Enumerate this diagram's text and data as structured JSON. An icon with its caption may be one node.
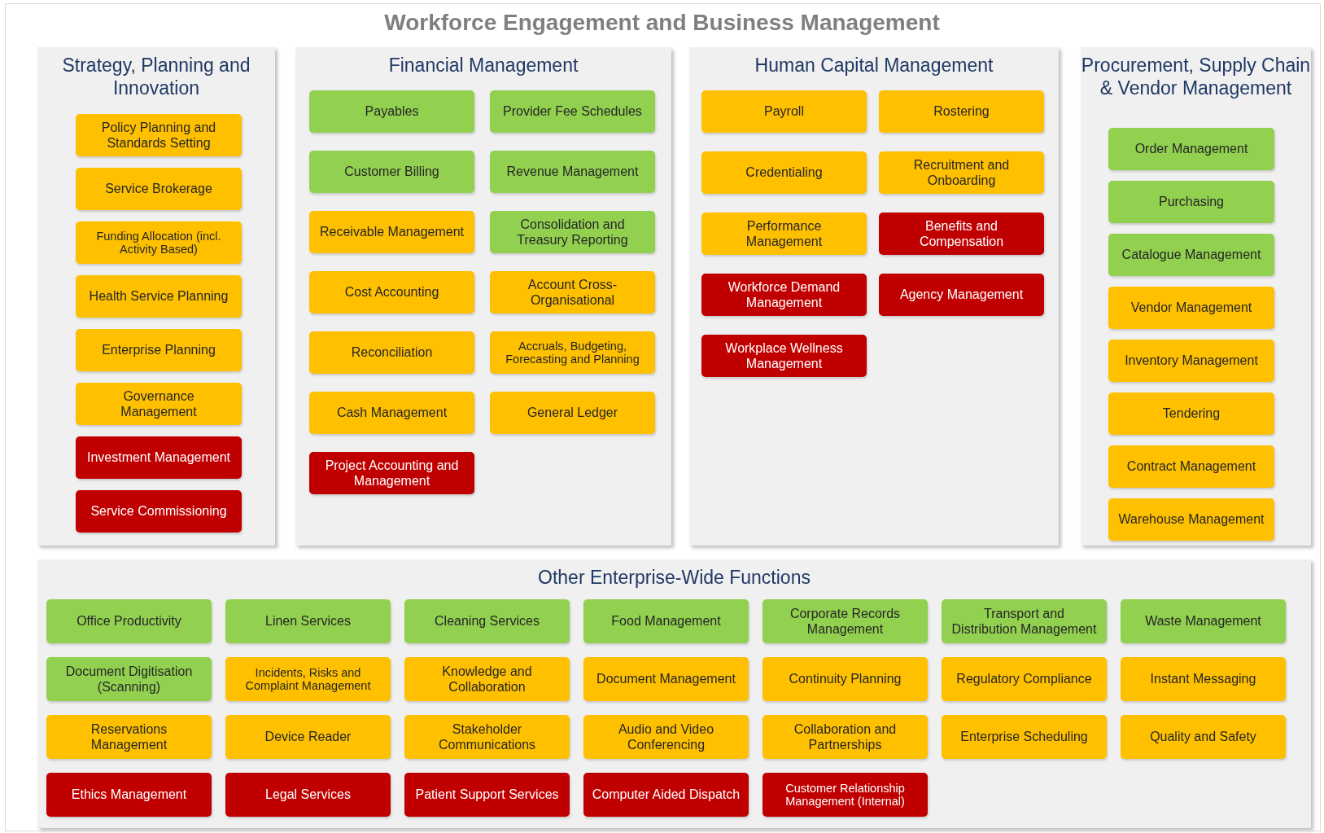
{
  "diagram": {
    "title": "Workforce Engagement and Business Management",
    "nodes": [
      {
        "text": [
          "Strategy, Planning and Innovation"
        ]
      },
      {
        "text": [
          "Policy Planning and Standards Setting"
        ],
        "in": 0
      },
      {
        "text": [
          "Service Brokerage"
        ],
        "in": 0
      },
      {
        "text": [
          "Funding Allocation (incl. Activity Based)"
        ],
        "in": 0
      },
      {
        "text": [
          "Health Service Planning"
        ],
        "in": 0
      },
      {
        "text": [
          "Enterprise Planning"
        ],
        "in": 0
      },
      {
        "text": [
          "Governance Management"
        ],
        "in": 0
      },
      {
        "text": [
          "Investment Management"
        ],
        "in": 0
      },
      {
        "text": [
          "Service Commissioning"
        ],
        "in": 0
      },
      {
        "text": [
          "Financial Management"
        ]
      },
      {
        "text": [
          "Payables"
        ],
        "in": 9
      },
      {
        "text": [
          "Provider Fee Schedules"
        ],
        "in": 9
      },
      {
        "text": [
          "Customer Billing"
        ],
        "in": 9
      },
      {
        "text": [
          "Revenue Management"
        ],
        "in": 9
      },
      {
        "text": [
          "Receivable Management"
        ],
        "in": 9
      },
      {
        "text": [
          "Consolidation and Treasury Reporting"
        ],
        "in": 9
      },
      {
        "text": [
          "Cost Accounting"
        ],
        "in": 9
      },
      {
        "text": [
          "Account Cross-Organisational"
        ],
        "in": 9
      },
      {
        "text": [
          "Reconciliation"
        ],
        "in": 9
      },
      {
        "text": [
          "Accruals, Budgeting, Forecasting and Planning"
        ],
        "in": 9
      },
      {
        "text": [
          "Cash Management"
        ],
        "in": 9
      },
      {
        "text": [
          "General Ledger"
        ],
        "in": 9
      },
      {
        "text": [
          "Project Accounting and Management"
        ],
        "in": 9
      },
      {
        "text": [
          "Human Capital Management"
        ]
      },
      {
        "text": [
          "Payroll"
        ],
        "in": 23
      },
      {
        "text": [
          "Rostering"
        ],
        "in": 23
      },
      {
        "text": [
          "Credentialing"
        ],
        "in": 23
      },
      {
        "text": [
          "Recruitment and Onboarding"
        ],
        "in": 23
      },
      {
        "text": [
          "Performance Management"
        ],
        "in": 23
      },
      {
        "text": [
          "Benefits and Compensation"
        ],
        "in": 23
      },
      {
        "text": [
          "Workforce Demand Management"
        ],
        "in": 23
      },
      {
        "text": [
          "Agency Management"
        ],
        "in": 23
      },
      {
        "text": [
          "Workplace Wellness Management"
        ],
        "in": 23
      },
      {
        "text": [
          "Procurement, Supply Chain & Vendor Management"
        ]
      },
      {
        "text": [
          "Order Management"
        ],
        "in": 33
      },
      {
        "text": [
          "Purchasing"
        ],
        "in": 33
      },
      {
        "text": [
          "Catalogue Management"
        ],
        "in": 33
      },
      {
        "text": [
          "Vendor Management"
        ],
        "in": 33
      },
      {
        "text": [
          "Inventory Management"
        ],
        "in": 33
      },
      {
        "text": [
          "Tendering"
        ],
        "in": 33
      },
      {
        "text": [
          "Contract Management"
        ],
        "in": 33
      },
      {
        "text": [
          "Warehouse Management"
        ],
        "in": 33
      },
      {
        "text": [
          "Other Enterprise-Wide Functions"
        ]
      },
      {
        "text": [
          "Office Productivity"
        ],
        "in": 42
      },
      {
        "text": [
          "Linen Services"
        ],
        "in": 42
      },
      {
        "text": [
          "Cleaning Services"
        ],
        "in": 42
      },
      {
        "text": [
          "Food Management"
        ],
        "in": 42
      },
      {
        "text": [
          "Corporate Records Management"
        ],
        "in": 42
      },
      {
        "text": [
          "Transport and Distribution Management"
        ],
        "in": 42
      },
      {
        "text": [
          "Waste Management"
        ],
        "in": 42
      },
      {
        "text": [
          "Document Digitisation (Scanning)"
        ],
        "in": 42
      },
      {
        "text": [
          "Incidents, Risks and Complaint Management"
        ],
        "in": 42
      },
      {
        "text": [
          "Knowledge and Collaboration"
        ],
        "in": 42
      },
      {
        "text": [
          "Document Management"
        ],
        "in": 42
      },
      {
        "text": [
          "Continuity Planning"
        ],
        "in": 42
      },
      {
        "text": [
          "Regulatory Compliance"
        ],
        "in": 42
      },
      {
        "text": [
          "Instant Messaging"
        ],
        "in": 42
      },
      {
        "text": [
          "Reservations Management"
        ],
        "in": 42
      },
      {
        "text": [
          "Device Reader"
        ],
        "in": 42
      },
      {
        "text": [
          "Stakeholder Communications"
        ],
        "in": 42
      },
      {
        "text": [
          "Audio and Video Conferencing"
        ],
        "in": 42
      },
      {
        "text": [
          "Collaboration and Partnerships"
        ],
        "in": 42
      },
      {
        "text": [
          "Enterprise Scheduling"
        ],
        "in": 42
      },
      {
        "text": [
          "Quality and Safety"
        ],
        "in": 42
      },
      {
        "text": [
          "Ethics Management"
        ],
        "in": 42
      },
      {
        "text": [
          "Legal Services"
        ],
        "in": 42
      },
      {
        "text": [
          "Patient Support Services"
        ],
        "in": 42
      },
      {
        "text": [
          "Computer Aided Dispatch"
        ],
        "in": 42
      },
      {
        "text": [
          "Customer Relationship Management (Internal)"
        ],
        "in": 42
      }
    ],
    "edges": []
  }
}
